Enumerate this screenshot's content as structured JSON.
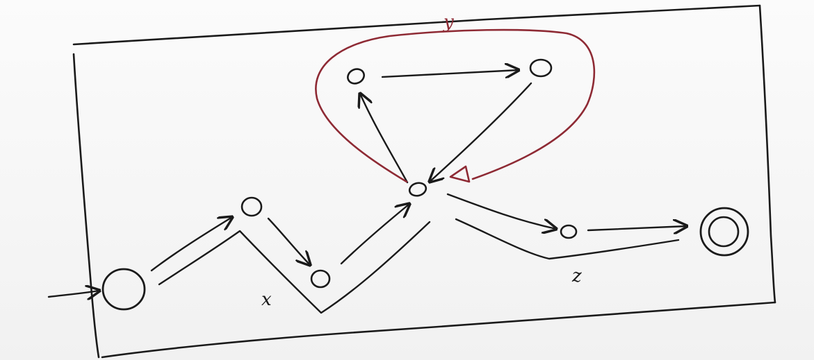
{
  "colors": {
    "ink": "#1a1a1a",
    "highlight": "#8e2a34",
    "paper": "#f7f7f7"
  },
  "diagram": {
    "kind": "state machine sketch with highlighted paths",
    "states": [
      {
        "id": "start",
        "initial": true,
        "accepting": false
      },
      {
        "id": "s1",
        "initial": false,
        "accepting": false
      },
      {
        "id": "s2",
        "initial": false,
        "accepting": false
      },
      {
        "id": "hub",
        "initial": false,
        "accepting": false
      },
      {
        "id": "loop-left",
        "initial": false,
        "accepting": false
      },
      {
        "id": "loop-right",
        "initial": false,
        "accepting": false
      },
      {
        "id": "s5",
        "initial": false,
        "accepting": false
      },
      {
        "id": "final",
        "initial": false,
        "accepting": true
      }
    ],
    "transitions": [
      {
        "from": "start",
        "to": "s1"
      },
      {
        "from": "s1",
        "to": "s2"
      },
      {
        "from": "s2",
        "to": "hub"
      },
      {
        "from": "hub",
        "to": "loop-left"
      },
      {
        "from": "loop-left",
        "to": "loop-right"
      },
      {
        "from": "loop-right",
        "to": "hub"
      },
      {
        "from": "hub",
        "to": "s5"
      },
      {
        "from": "s5",
        "to": "final"
      }
    ],
    "path_labels": {
      "x": "x",
      "y": "y",
      "z": "z"
    }
  }
}
